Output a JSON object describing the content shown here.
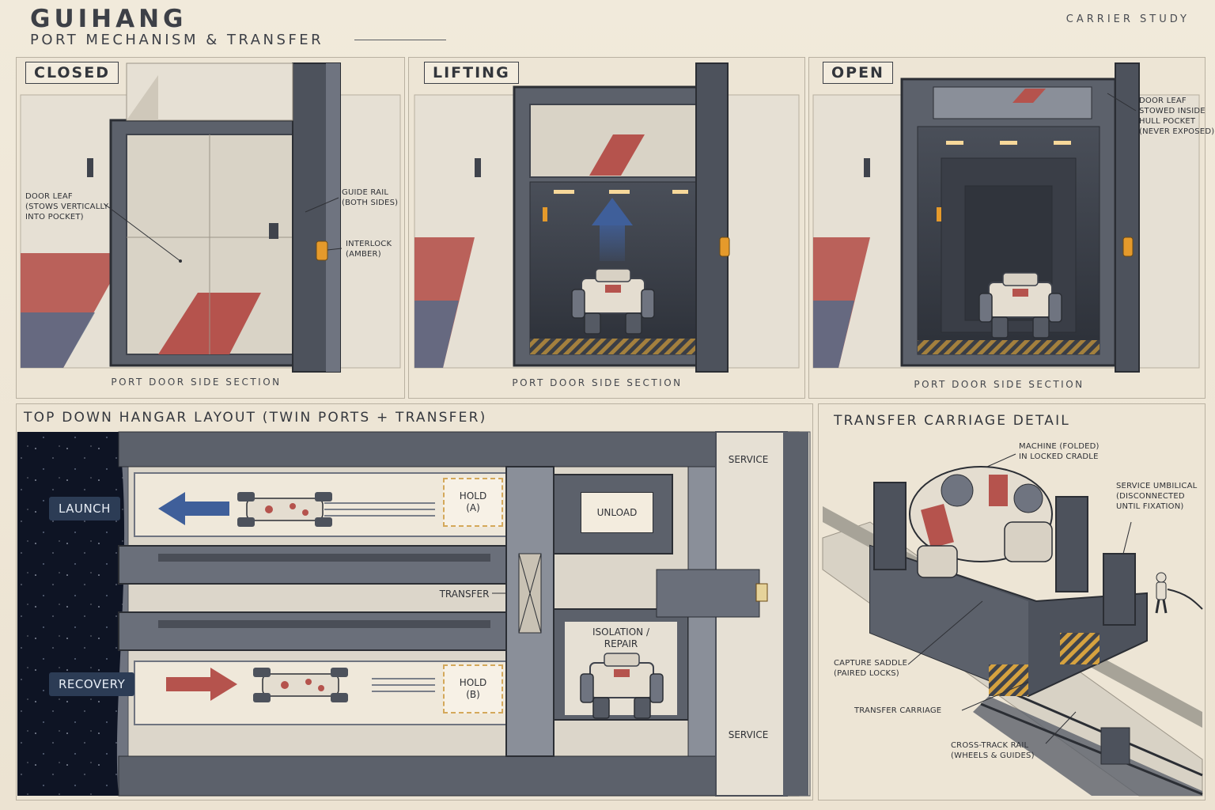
{
  "header": {
    "title": "GUIHANG",
    "subtitle": "PORT MECHANISM & TRANSFER",
    "corner_label": "CARRIER STUDY"
  },
  "panels": [
    {
      "state": "CLOSED",
      "caption": "PORT DOOR SIDE SECTION"
    },
    {
      "state": "LIFTING",
      "caption": "PORT DOOR SIDE SECTION"
    },
    {
      "state": "OPEN",
      "caption": "PORT DOOR SIDE SECTION"
    }
  ],
  "closed_notes": {
    "door_leaf": [
      "DOOR LEAF",
      "(STOWS VERTICALLY",
      "INTO POCKET)"
    ],
    "guide_rail": [
      "GUIDE RAIL",
      "(BOTH SIDES)"
    ],
    "interlock": [
      "INTERLOCK",
      "(AMBER)"
    ]
  },
  "open_notes": {
    "door_leaf": [
      "DOOR LEAF",
      "STOWED INSIDE",
      "HULL POCKET",
      "(NEVER EXPOSED)"
    ]
  },
  "hangar": {
    "title": "TOP DOWN HANGAR LAYOUT (TWIN PORTS + TRANSFER)",
    "launch": "LAUNCH",
    "recovery": "RECOVERY",
    "hold_a": [
      "HOLD",
      "(A)"
    ],
    "hold_b": [
      "HOLD",
      "(B)"
    ],
    "unload": "UNLOAD",
    "transfer": "TRANSFER",
    "isolation": [
      "ISOLATION /",
      "REPAIR"
    ],
    "service_top": "SERVICE",
    "service_bottom": "SERVICE"
  },
  "carriage": {
    "title": "TRANSFER CARRIAGE DETAIL",
    "machine": [
      "MACHINE (FOLDED)",
      "IN LOCKED CRADLE"
    ],
    "umbilical": [
      "SERVICE UMBILICAL",
      "(DISCONNECTED",
      "UNTIL FIXATION)"
    ],
    "saddle": [
      "CAPTURE SADDLE",
      "(PAIRED LOCKS)"
    ],
    "carriage_label": "TRANSFER CARRIAGE",
    "rail": [
      "CROSS-TRACK RAIL",
      "(WHEELS & GUIDES)"
    ]
  },
  "colors": {
    "hull_light": "#e6e0d4",
    "steel": "#6f7480",
    "steel_dark": "#3f434c",
    "accent_red": "#b5534d",
    "accent_blue": "#3f5f9a",
    "amber": "#e59a2b",
    "space": "#0e1424"
  },
  "icons": [
    "launch-arrow-icon",
    "recovery-arrow-icon",
    "lift-arrow-icon"
  ]
}
